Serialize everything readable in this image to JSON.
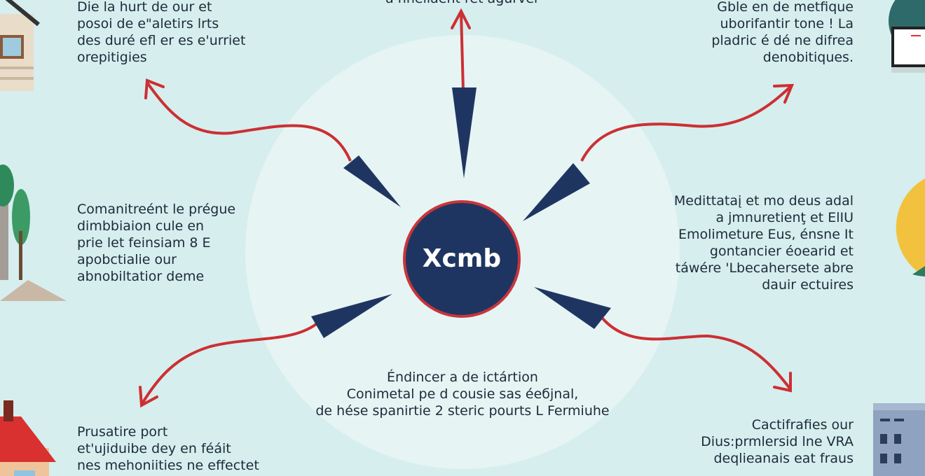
{
  "center": {
    "label": "Xcmb",
    "fill": "#1f3561",
    "border": "#c8353a"
  },
  "colors": {
    "background": "#d6eeee",
    "arrow_curve": "#cc2f33",
    "arrow_head": "#1f3561"
  },
  "blocks": {
    "top_center": "a nnellaent ret agurver",
    "top_left": "Die la hurt de our et\nposoi de e\"aletirs lrts\ndes duré efl er es e'urriet\norepitigies",
    "top_right": "Gble en de metfique\nuborifantir tone ! La\npladric é dé ne difrea\ndenobitiques.",
    "mid_left": "Comanitreént le prégue\ndimbbiaion cule en\nprie let feinsiam 8 E\napobctialie our\nabnobiltatior deme",
    "mid_right": "Medittataį et mo dеus adal\na jmnuretienţ et ElIU\nEmolimeture Eus, énsne It\ngontancier éoearid et\ntáwére 'Lbecahersete abre\ndauir ectuires",
    "bottom_center": "Éndincer a de ictártion\nConimetal pe d cousie sas éебjnal,\nde hése spanirtie 2 steric pourts L Fermiuhe",
    "bottom_left": "Prusatire port\net'ujiduibe dey en féáit\nnes mehoniities ne effectet",
    "bottom_right": "Cactifrafies our\nDius:prmlersid lne VRA\ndeqlieanais eat fraus"
  },
  "icons": [
    "house-icon",
    "tree-icon",
    "red-roof-house-icon",
    "monitor-icon",
    "pie-chart-icon",
    "office-building-icon"
  ]
}
